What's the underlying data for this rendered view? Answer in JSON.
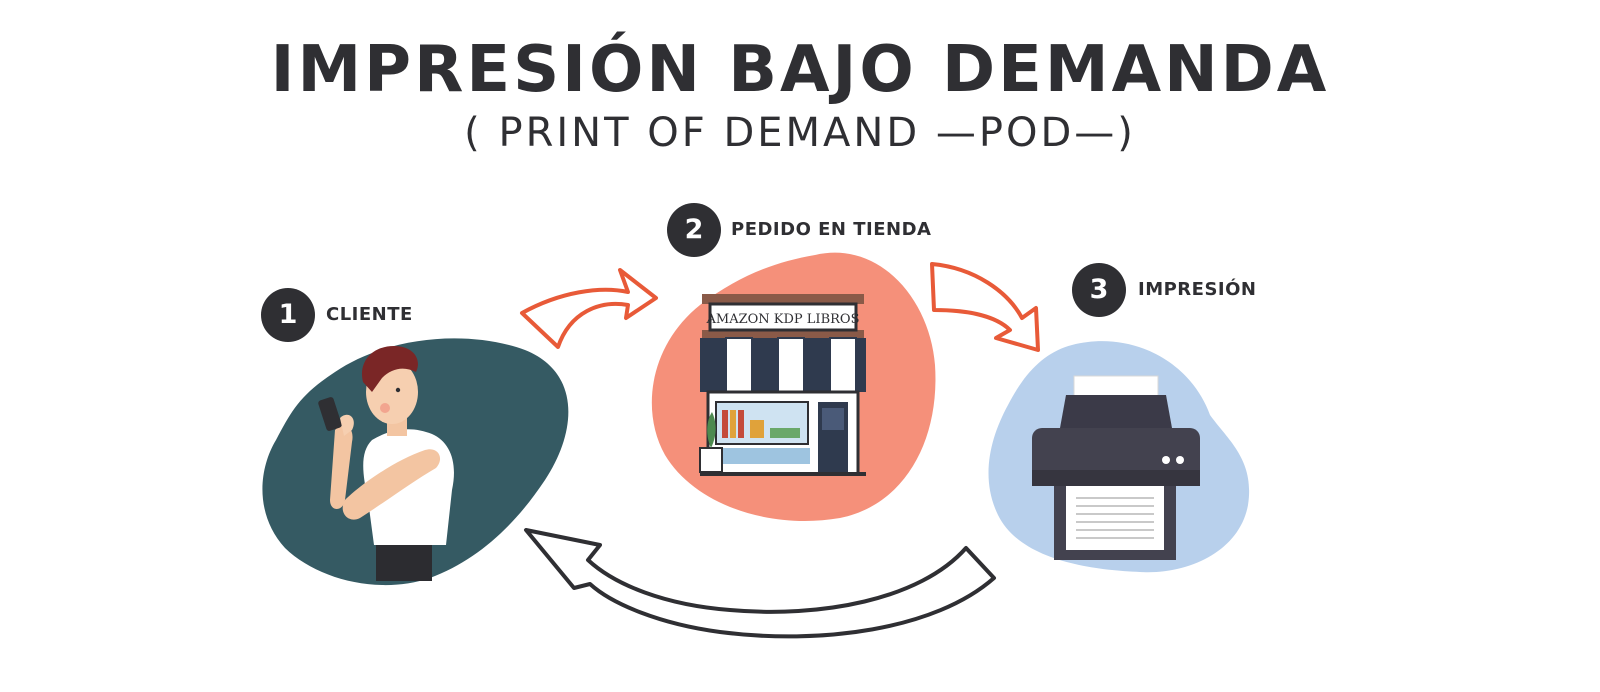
{
  "title": "IMPRESIÓN BAJO DEMANDA",
  "subtitle": "( PRINT OF DEMAND —POD—)",
  "steps": [
    {
      "number": "1",
      "label": "CLIENTE"
    },
    {
      "number": "2",
      "label": "PEDIDO EN TIENDA"
    },
    {
      "number": "3",
      "label": "IMPRESIÓN"
    }
  ],
  "store_sign": "AMAZON KDP LIBROS",
  "colors": {
    "text_dark": "#2f2f33",
    "client_blob": "#355a63",
    "store_blob": "#f5907a",
    "printer_blob": "#b8d0ec",
    "arrow_orange": "#e85a38",
    "arrow_dark": "#2f2f33"
  }
}
